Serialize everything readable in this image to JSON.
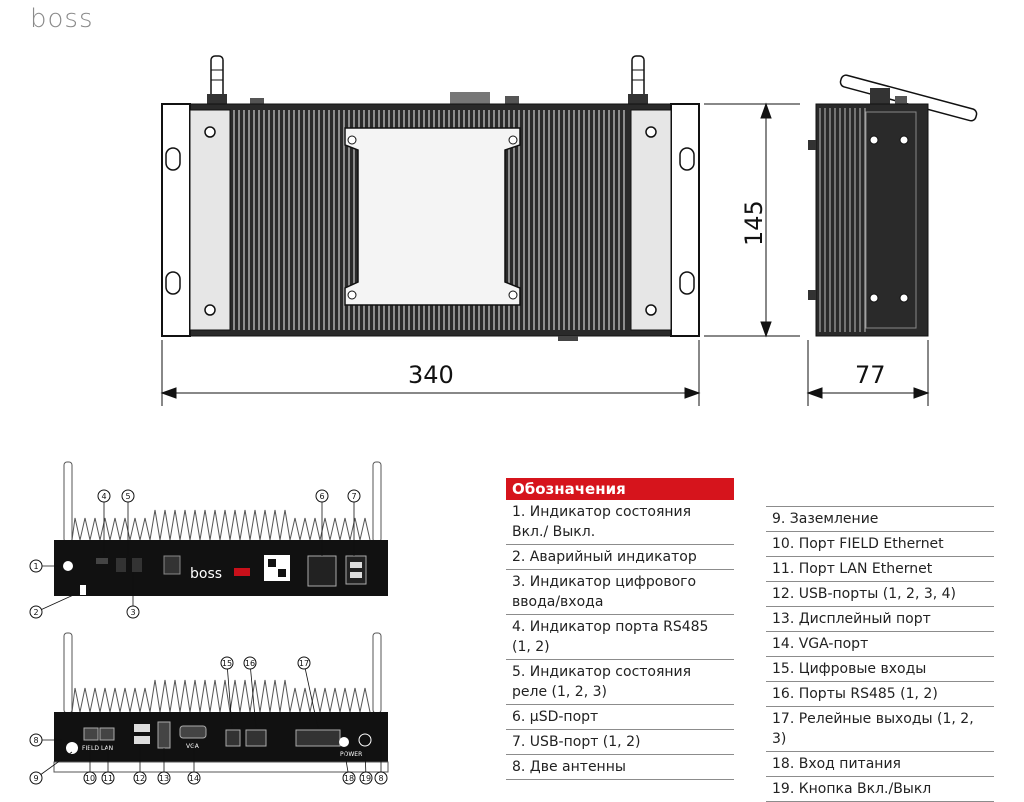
{
  "brand": "boss",
  "dimensions": {
    "width": "340",
    "height": "145",
    "depth": "77"
  },
  "legend": {
    "title": "Обозначения",
    "items_left": [
      "1. Индикатор состояния Вкл./ Выкл.",
      "2. Аварийный индикатор",
      "3. Индикатор цифрового ввода/входа",
      "4. Индикатор порта RS485 (1, 2)",
      "5. Индикатор состояния реле (1, 2, 3)",
      "6. µSD-порт",
      "7. USB-порт (1, 2)",
      "8. Две антенны"
    ],
    "items_right": [
      "9. Заземление",
      "10. Порт FIELD Ethernet",
      "11. Порт LAN Ethernet",
      "12. USB-порты (1, 2, 3, 4)",
      "13. Дисплейный порт",
      "14. VGA-порт",
      "15. Цифровые входы",
      "16. Порты RS485 (1, 2)",
      "17. Релейные выходы (1, 2, 3)",
      "18. Вход питания",
      "19. Кнопка Вкл./Выкл"
    ]
  },
  "front_panel": {
    "callouts": [
      "1",
      "2",
      "3",
      "4",
      "5",
      "6",
      "7"
    ],
    "logo": "boss"
  },
  "rear_panel": {
    "callouts": [
      "8",
      "9",
      "10",
      "11",
      "12",
      "13",
      "14",
      "15",
      "16",
      "17",
      "18",
      "19",
      "8"
    ],
    "labels": [
      "FIELD",
      "LAN",
      "VGA",
      "POWER"
    ]
  }
}
